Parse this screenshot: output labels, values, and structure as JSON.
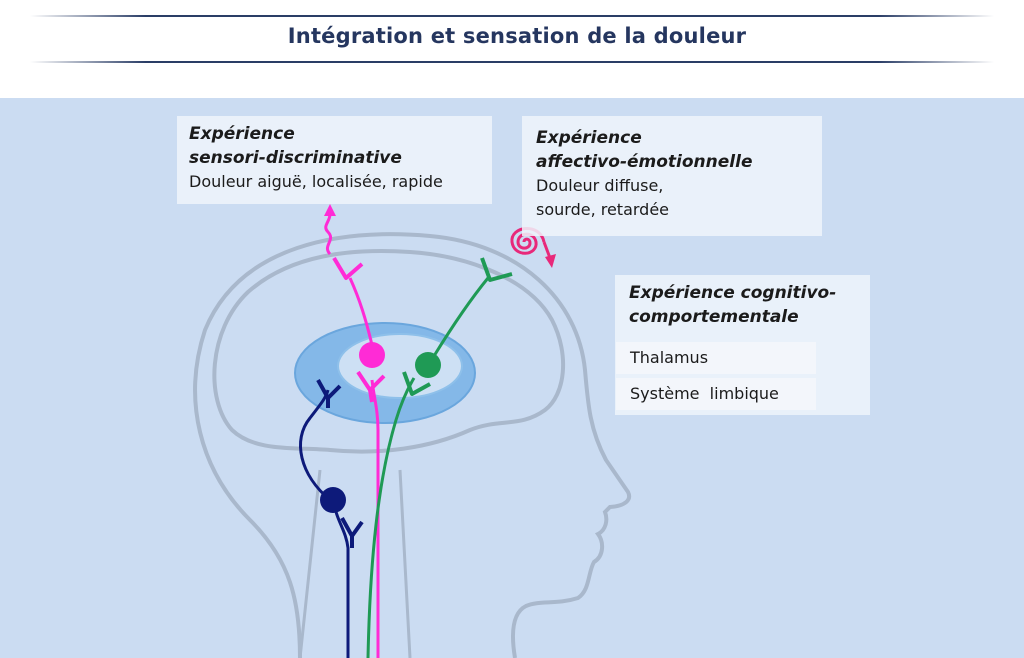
{
  "title": "Intégration et sensation de la douleur",
  "colors": {
    "sensori": "#ff2bd6",
    "affectif": "#1f9a55",
    "ascending": "#0d1a7a",
    "spiral": "#e8287a",
    "head_outline": "#a9b8cc",
    "thalamus_outer": "#7fb6e8"
  },
  "boxes": {
    "sensori": {
      "title_line1": "Expérience",
      "title_line2": "sensori-discriminative",
      "text": "Douleur aiguë, localisée, rapide"
    },
    "affectif": {
      "title_line1": "Expérience",
      "title_line2": "affectivo-émotionnelle",
      "text_line1": "Douleur diffuse,",
      "text_line2": "sourde, retardée"
    },
    "cognitif": {
      "title_line1": "Expérience cognitivo-",
      "title_line2": "comportementale",
      "items": [
        "Thalamus",
        "Système  limbique"
      ]
    }
  }
}
